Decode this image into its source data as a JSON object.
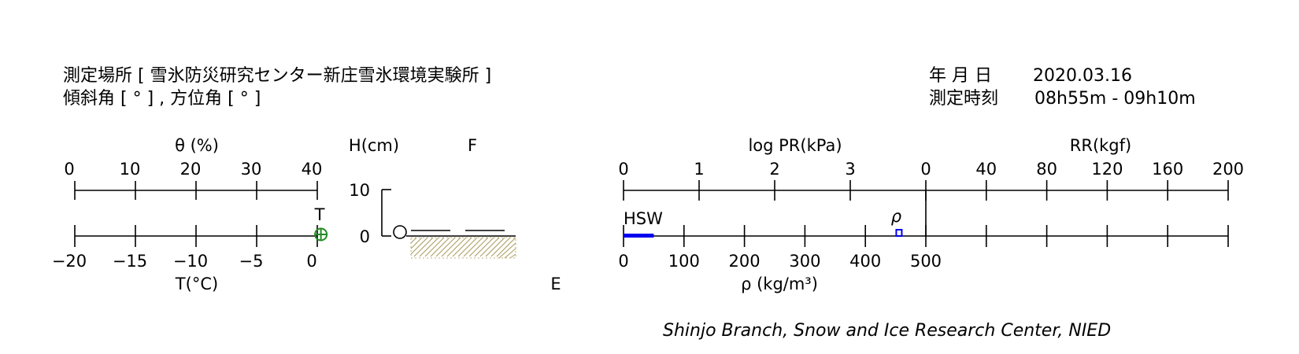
{
  "header": {
    "site_label": "測定場所 [ 雪氷防災研究センター新庄雪氷環境実験所 ]",
    "angle_label": "傾斜角 [ ° ] , 方位角 [ ° ]",
    "date_label": "年 月 日",
    "date_value": "2020.03.16",
    "time_label": "測定時刻",
    "time_value": "08h55m - 09h10m"
  },
  "credit": "Shinjo Branch, Snow and Ice Research Center, NIED",
  "colors": {
    "axis": "#000000",
    "temperature_marker": "#228B22",
    "hsw_bar": "#0000ee",
    "density_marker": "#0000ee",
    "ground_hatch": "#a89a5a"
  },
  "chart_data": [
    {
      "type": "scatter",
      "name": "water-content-temperature",
      "top_axis": {
        "label": "θ (%)",
        "ticks": [
          "0",
          "10",
          "20",
          "30",
          "40"
        ],
        "range": [
          0,
          40
        ]
      },
      "bottom_axis": {
        "label": "T(°C)",
        "ticks": [
          "−20",
          "−15",
          "−10",
          "−5",
          "0"
        ],
        "range": [
          -20,
          0
        ]
      },
      "series": [
        {
          "name": "T",
          "points": [
            {
              "T": 0.3,
              "H": 0
            }
          ]
        }
      ]
    },
    {
      "type": "line",
      "name": "snow-profile",
      "y_axis": {
        "label": "H(cm)",
        "ticks": [
          "10",
          "0"
        ],
        "range": [
          0,
          10
        ]
      },
      "column_label": "F",
      "side_label": "E",
      "snow_surface_H": 0
    },
    {
      "type": "bar",
      "name": "pressure-density",
      "top_axis_left": {
        "label": "log PR(kPa)",
        "ticks": [
          "0",
          "1",
          "2",
          "3"
        ],
        "range": [
          0,
          4
        ]
      },
      "top_axis_right": {
        "label": "RR(kgf)",
        "ticks": [
          "0",
          "40",
          "80",
          "120",
          "160",
          "200"
        ],
        "range": [
          0,
          200
        ]
      },
      "bottom_axis": {
        "label": "ρ (kg/m³)",
        "ticks": [
          "0",
          "100",
          "200",
          "300",
          "400",
          "500"
        ],
        "range": [
          0,
          500
        ]
      },
      "series": [
        {
          "name": "HSW",
          "values": [
            {
              "from": 0,
              "to": 50,
              "H": 0
            }
          ]
        },
        {
          "name": "ρ",
          "values": [
            {
              "rho": 455,
              "H": 0
            }
          ]
        }
      ]
    }
  ]
}
